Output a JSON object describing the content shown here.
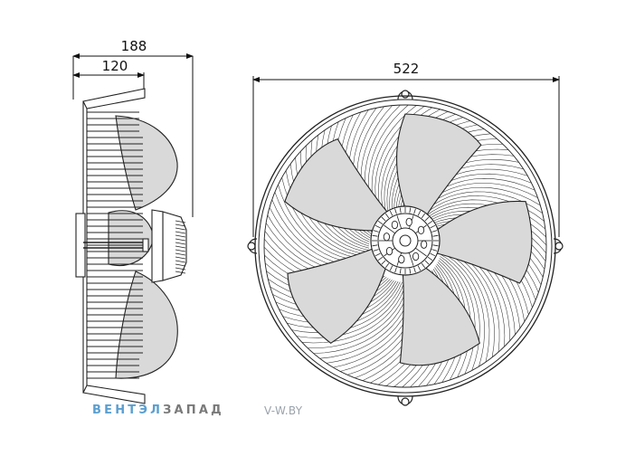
{
  "dimensions": {
    "depth_total": "188",
    "depth_housing": "120",
    "diameter": "522"
  },
  "watermark": {
    "brand_part1": "ВЕНТЭЛ",
    "brand_part2": "ЗАПАД",
    "site": "V-W.BY"
  },
  "colors": {
    "line": "#222222",
    "blade_fill": "#d9d9d9",
    "brand_blue": "#5b9fd0",
    "brand_gray": "#7a7a7a"
  }
}
